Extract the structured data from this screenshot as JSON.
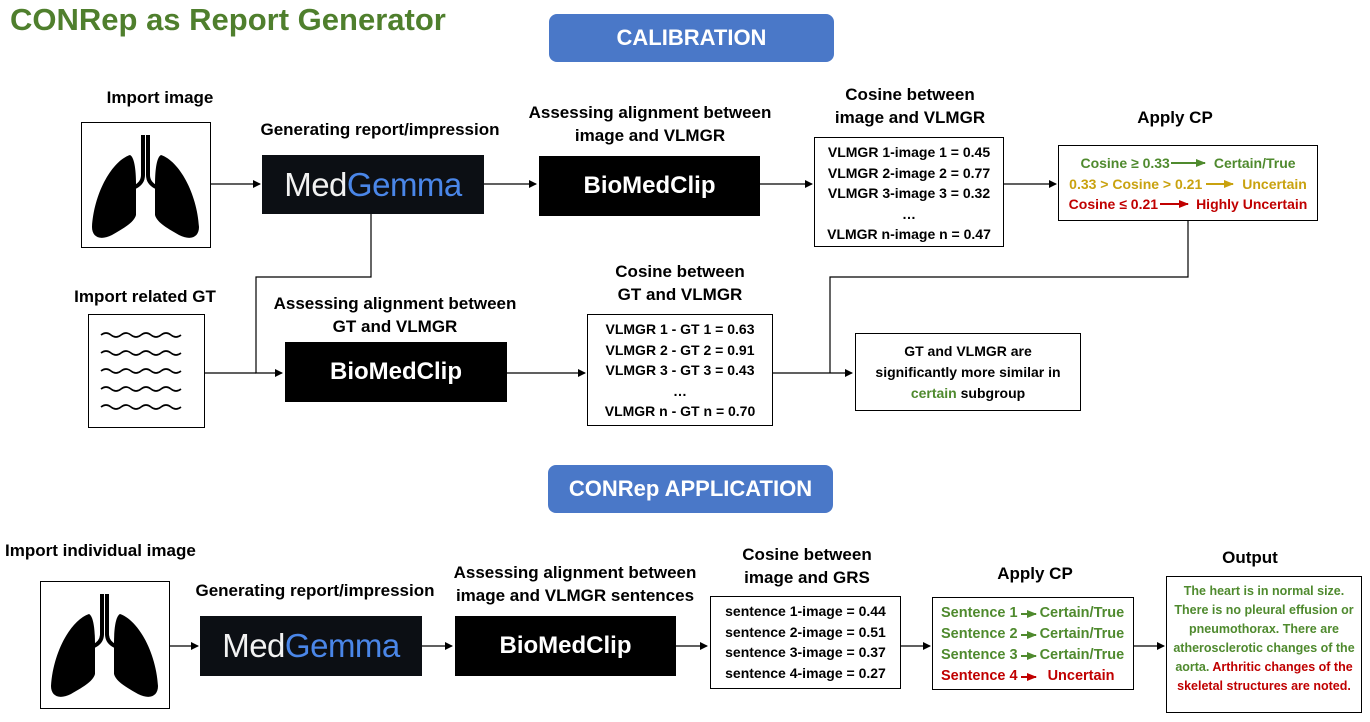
{
  "title": "CONRep as Report Generator",
  "calibration": {
    "banner": "CALIBRATION",
    "import_image": "Import image",
    "generating": "Generating report/impression",
    "medgemma_a": "Med",
    "medgemma_b": "Gemma",
    "assess_image_1": "Assessing alignment between",
    "assess_image_2": "image and VLMGR",
    "biomedclip": "BioMedClip",
    "cos_image_1": "Cosine between",
    "cos_image_2": "image and VLMGR",
    "cos_image_rows": [
      "VLMGR 1-image 1 = 0.45",
      "VLMGR 2-image 2 = 0.77",
      "VLMGR 3-image 3 = 0.32",
      "…",
      "VLMGR n-image n = 0.47"
    ],
    "apply_cp": "Apply CP",
    "cp_certain_a": "Cosine ≥ 0.33",
    "cp_certain_b": "Certain/True",
    "cp_uncertain_a": "0.33 > Cosine > 0.21",
    "cp_uncertain_b": "Uncertain",
    "cp_highly_a": "Cosine ≤ 0.21",
    "cp_highly_b": "Highly Uncertain",
    "import_gt": "Import related GT",
    "assess_gt_1": "Assessing alignment between",
    "assess_gt_2": "GT and VLMGR",
    "cos_gt_1": "Cosine between",
    "cos_gt_2": "GT and VLMGR",
    "cos_gt_rows": [
      "VLMGR 1 - GT 1 = 0.63",
      "VLMGR 2 - GT 2 = 0.91",
      "VLMGR 3 - GT 3 = 0.43",
      "…",
      "VLMGR n - GT n = 0.70"
    ],
    "result_1": "GT and VLMGR are",
    "result_2": "significantly more similar in",
    "result_certain": "certain",
    "result_3": " subgroup"
  },
  "application": {
    "banner": "CONRep APPLICATION",
    "import_individual": "Import individual image",
    "generating": "Generating report/impression",
    "medgemma_a": "Med",
    "medgemma_b": "Gemma",
    "assess_1": "Assessing alignment between",
    "assess_2": "image and VLMGR sentences",
    "biomedclip": "BioMedClip",
    "cos_1": "Cosine between",
    "cos_2": "image and GRS",
    "cos_rows": [
      "sentence 1-image = 0.44",
      "sentence 2-image = 0.51",
      "sentence 3-image = 0.37",
      "sentence 4-image = 0.27"
    ],
    "apply_cp": "Apply CP",
    "cp_rows": [
      {
        "sentence": "Sentence 1",
        "label": "Certain/True"
      },
      {
        "sentence": "Sentence 2",
        "label": "Certain/True"
      },
      {
        "sentence": "Sentence 3",
        "label": "Certain/True"
      },
      {
        "sentence": "Sentence 4",
        "label": "Uncertain"
      }
    ],
    "output_title": "Output",
    "output_green": "The heart is in normal size. There is no pleural effusion or pneumothorax. There are atherosclerotic changes of the aorta.",
    "output_red": "Arthritic changes of the skeletal structures are noted."
  },
  "colors": {
    "title_green": "#4f7f2d",
    "banner_blue": "#4a78c8",
    "certain_green": "#4f8a2e",
    "uncertain_gold": "#c9a20f",
    "highly_uncertain_red": "#c00000"
  },
  "icons": [
    "lungs-icon",
    "document-lines-icon"
  ]
}
